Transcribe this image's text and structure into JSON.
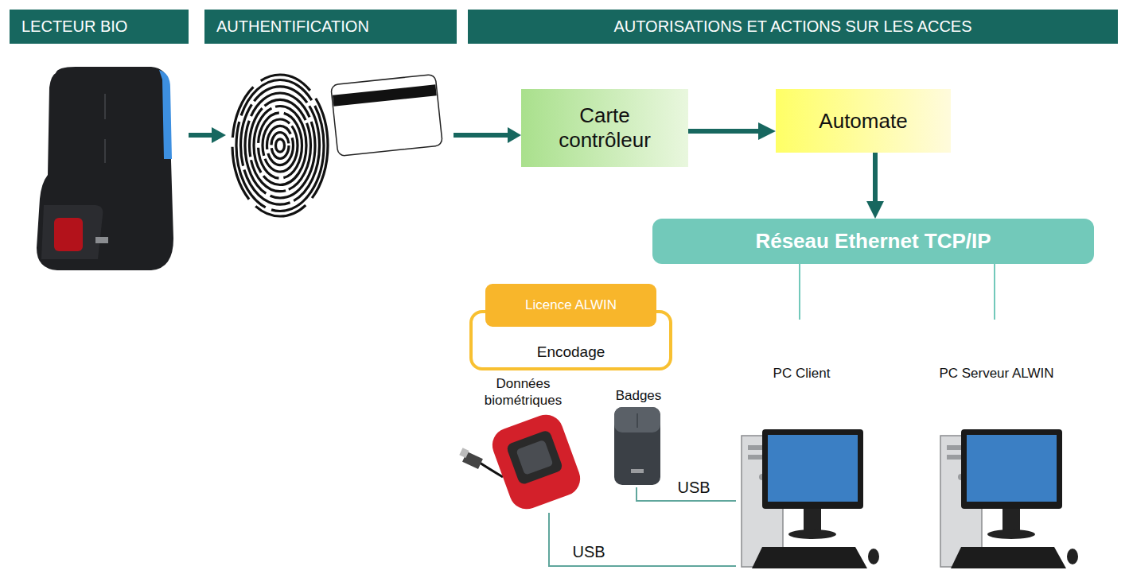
{
  "diagram": {
    "nodes": [
      {
        "text": [
          "LECTEUR BIO"
        ]
      },
      {
        "text": [
          "AUTHENTIFICATION"
        ]
      },
      {
        "text": [
          "AUTORISATIONS ET ACTIONS SUR LES ACCES"
        ]
      },
      {
        "text": [
          "Carte contrôleur"
        ]
      },
      {
        "text": [
          "Automate"
        ]
      },
      {
        "text": [
          "Réseau Ethernet TCP/IP"
        ]
      },
      {
        "text": [
          "Licence ALWIN",
          "Encodage"
        ]
      },
      {
        "text": [
          "Données biométriques"
        ]
      },
      {
        "text": [
          "Badges"
        ]
      },
      {
        "text": [
          "PC Client"
        ]
      },
      {
        "text": [
          "PC Serveur ALWIN"
        ]
      }
    ],
    "edges": [
      {
        "from": 3,
        "to": 4,
        "arrow": "to"
      },
      {
        "from": 4,
        "to": 5,
        "arrow": "to"
      },
      {
        "from": 5,
        "to": 9,
        "arrow": "none"
      },
      {
        "from": 5,
        "to": 10,
        "arrow": "none"
      },
      {
        "from": 7,
        "to": 9,
        "arrow": "none",
        "label": "USB"
      },
      {
        "from": 8,
        "to": 9,
        "arrow": "none",
        "label": "USB"
      }
    ]
  }
}
